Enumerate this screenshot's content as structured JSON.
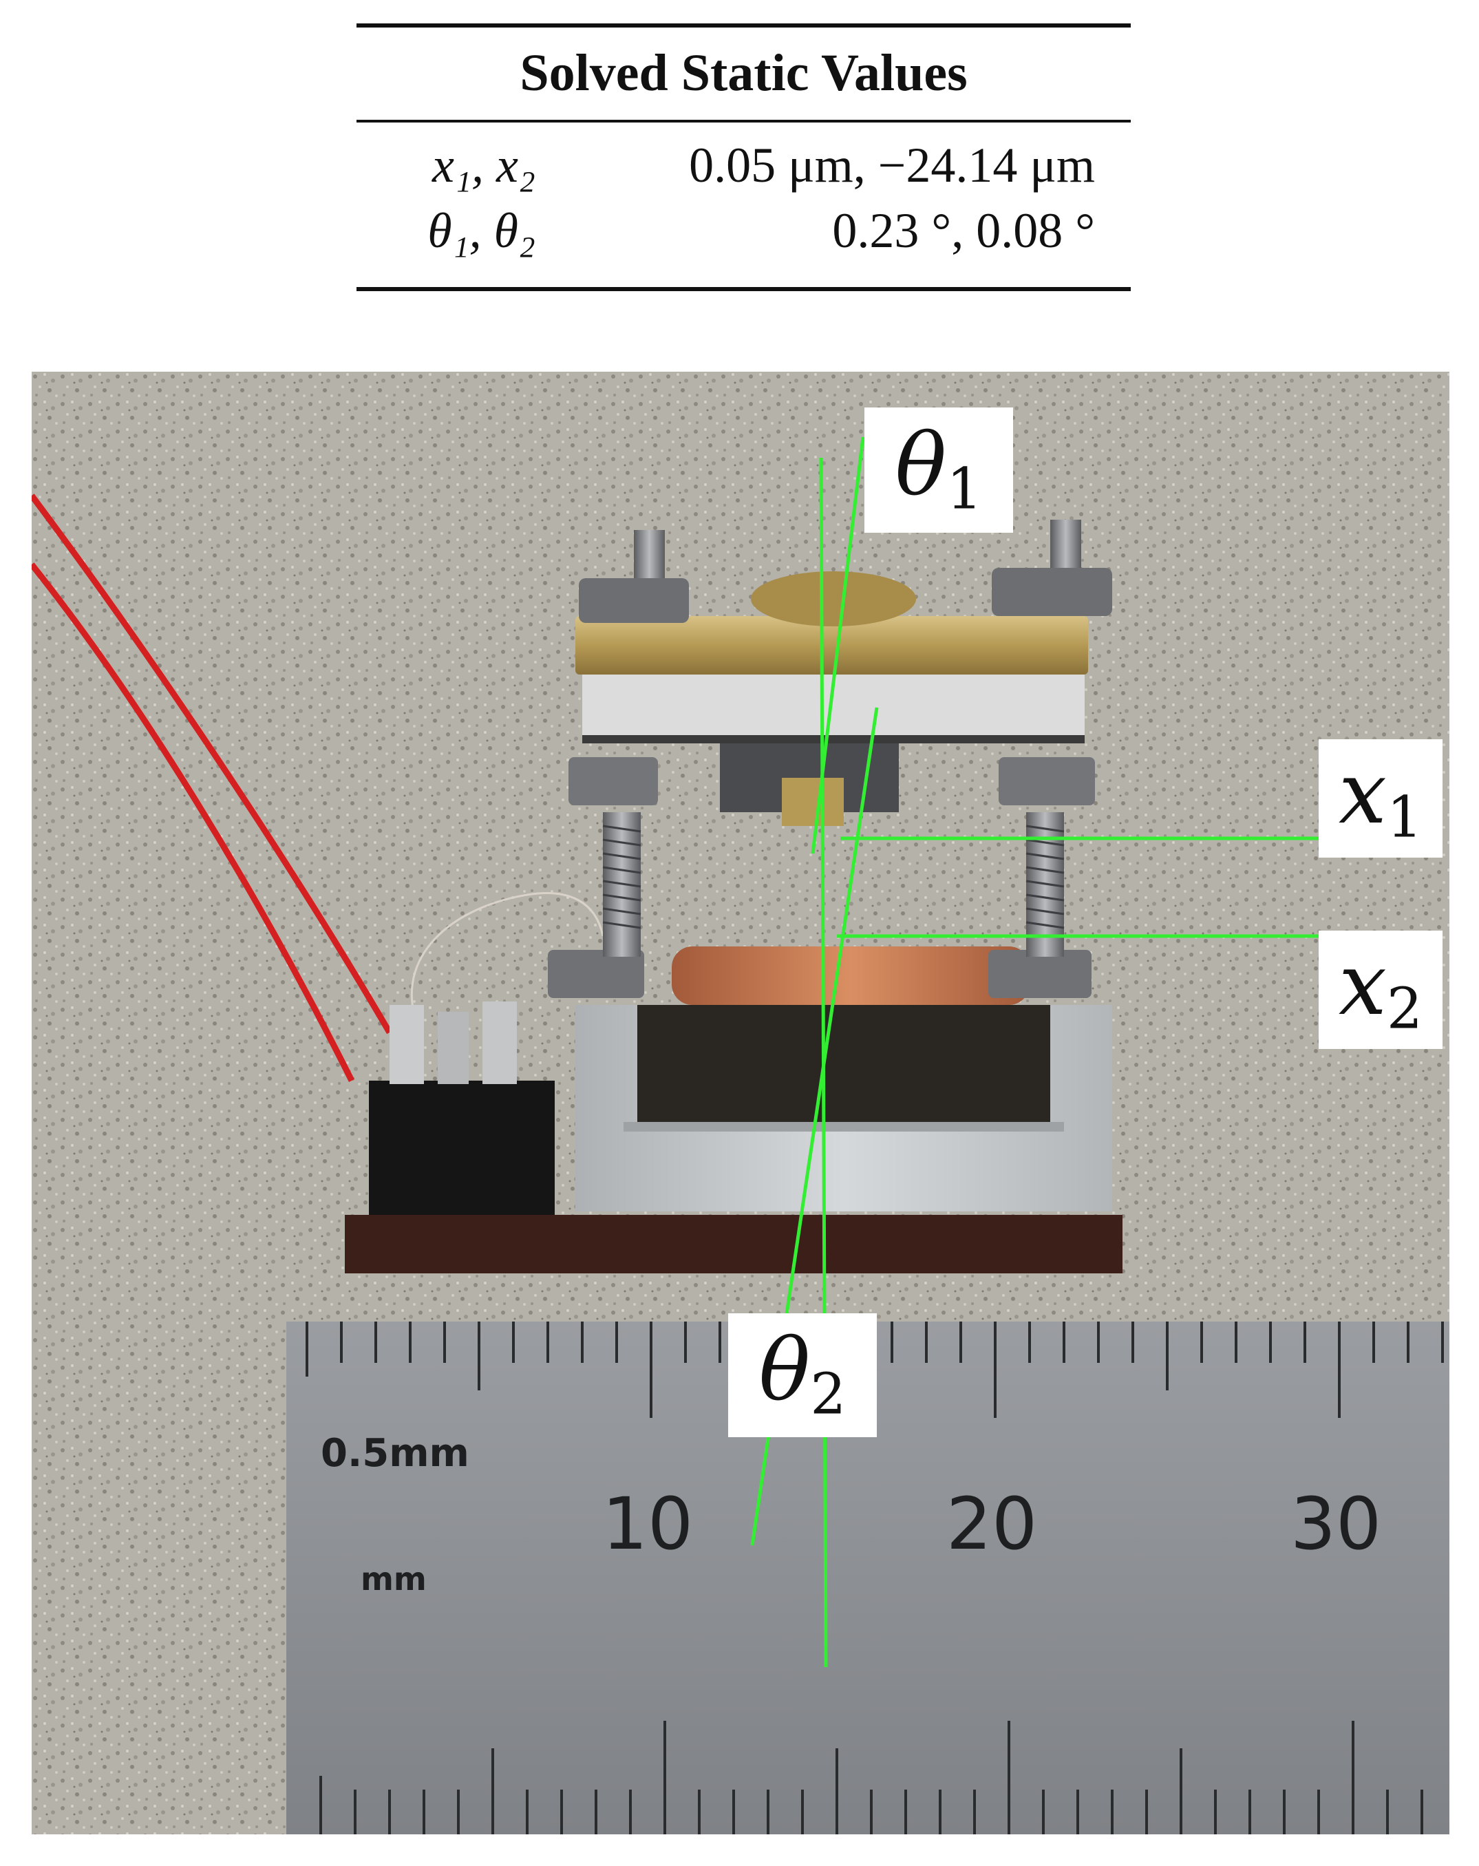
{
  "table": {
    "title": "Solved Static Values",
    "rows": [
      {
        "label": "x₁, x₂",
        "value": "0.05 μm, −24.14 μm"
      },
      {
        "label": "θ₁, θ₂",
        "value": "0.23 °, 0.08 °"
      }
    ]
  },
  "photo": {
    "labels": {
      "theta1": {
        "symbol": "θ",
        "sub": "1"
      },
      "x1": {
        "symbol": "x",
        "sub": "1"
      },
      "x2": {
        "symbol": "x",
        "sub": "2"
      },
      "theta2": {
        "symbol": "θ",
        "sub": "2"
      }
    },
    "ruler": {
      "scale_label": "0.5mm",
      "unit_label": "mm",
      "numbers": [
        "10",
        "20",
        "30"
      ]
    },
    "colors": {
      "annotation_lines": "#33ee33",
      "wires": "#dd2222",
      "brass": "#b59a55",
      "aluminium": "#c6c9cc",
      "ruler": "#8d9094",
      "background": "#b5b2aa"
    }
  }
}
